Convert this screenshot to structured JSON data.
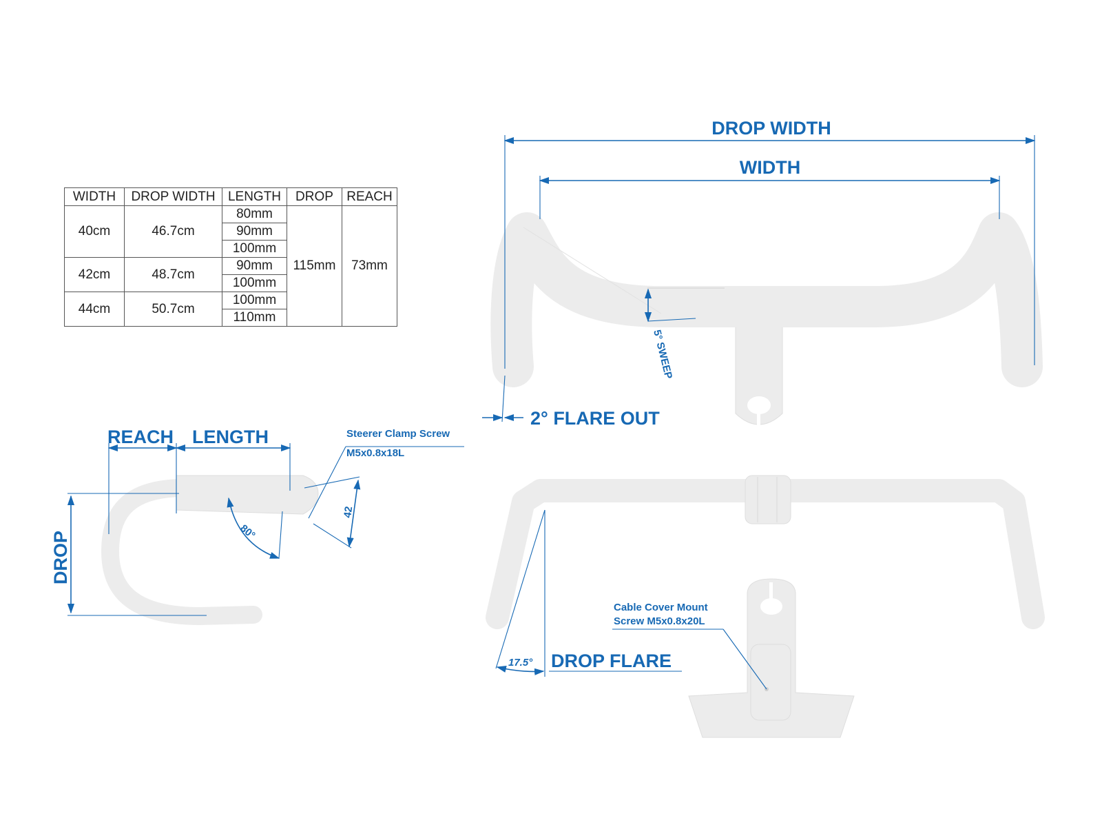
{
  "table": {
    "headers": [
      "WIDTH",
      "DROP WIDTH",
      "LENGTH",
      "DROP",
      "REACH"
    ],
    "groups": [
      {
        "width": "40cm",
        "drop_width": "46.7cm",
        "lengths": [
          "80mm",
          "90mm",
          "100mm"
        ]
      },
      {
        "width": "42cm",
        "drop_width": "48.7cm",
        "lengths": [
          "90mm",
          "100mm"
        ]
      },
      {
        "width": "44cm",
        "drop_width": "50.7cm",
        "lengths": [
          "100mm",
          "110mm"
        ]
      }
    ],
    "drop": "115mm",
    "reach": "73mm"
  },
  "labels": {
    "drop_width": "DROP WIDTH",
    "width": "WIDTH",
    "sweep": "5° SWEEP",
    "flare_out": "2° FLARE OUT",
    "reach": "REACH",
    "length": "LENGTH",
    "drop": "DROP",
    "angle_80": "80°",
    "dim_42": "42",
    "steerer_clamp_screw": "Steerer Clamp Screw",
    "steerer_clamp_spec": "M5x0.8x18L",
    "cable_cover_mount": "Cable Cover Mount",
    "cable_cover_screw": "Screw M5x0.8x20L",
    "angle_17_5": "17.5°",
    "drop_flare": "DROP FLARE"
  },
  "colors": {
    "accent": "#1769b4",
    "part_fill": "#ececec"
  }
}
